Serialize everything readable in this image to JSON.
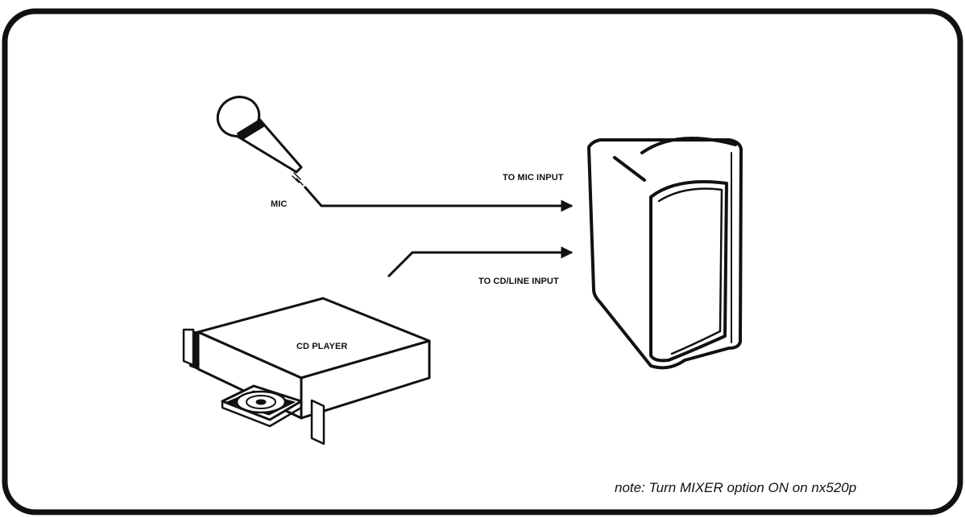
{
  "labels": {
    "mic": "MIC",
    "to_mic_input": "TO MIC INPUT",
    "to_line_input": "TO CD/LINE INPUT",
    "cd_player": "CD PLAYER"
  },
  "note": "note: Turn MIXER option ON on nx520p",
  "colors": {
    "stroke": "#111111",
    "background": "#ffffff"
  },
  "icons": [
    "microphone-icon",
    "speaker-icon",
    "cd-player-icon",
    "arrow-icon"
  ]
}
